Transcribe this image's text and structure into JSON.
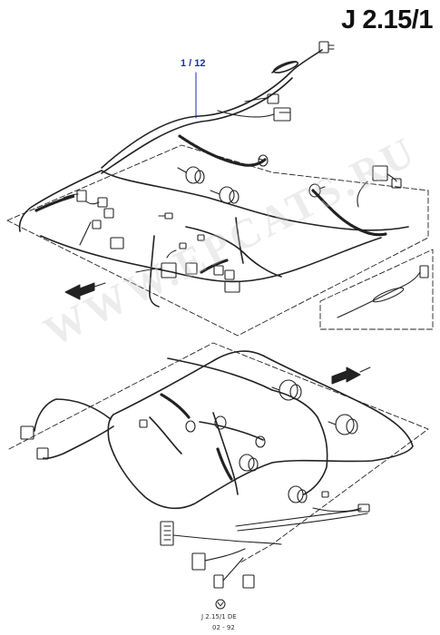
{
  "title": "J 2.15/1",
  "callout": "1 / 12",
  "watermark": "WWW.EPCATS.RU",
  "drawing_code": "J 2.15/1 DE",
  "drawing_date": "02 - 92",
  "colors": {
    "line": "#222222",
    "callout": "#1a2fa0",
    "watermark": "#c8c8c8"
  }
}
